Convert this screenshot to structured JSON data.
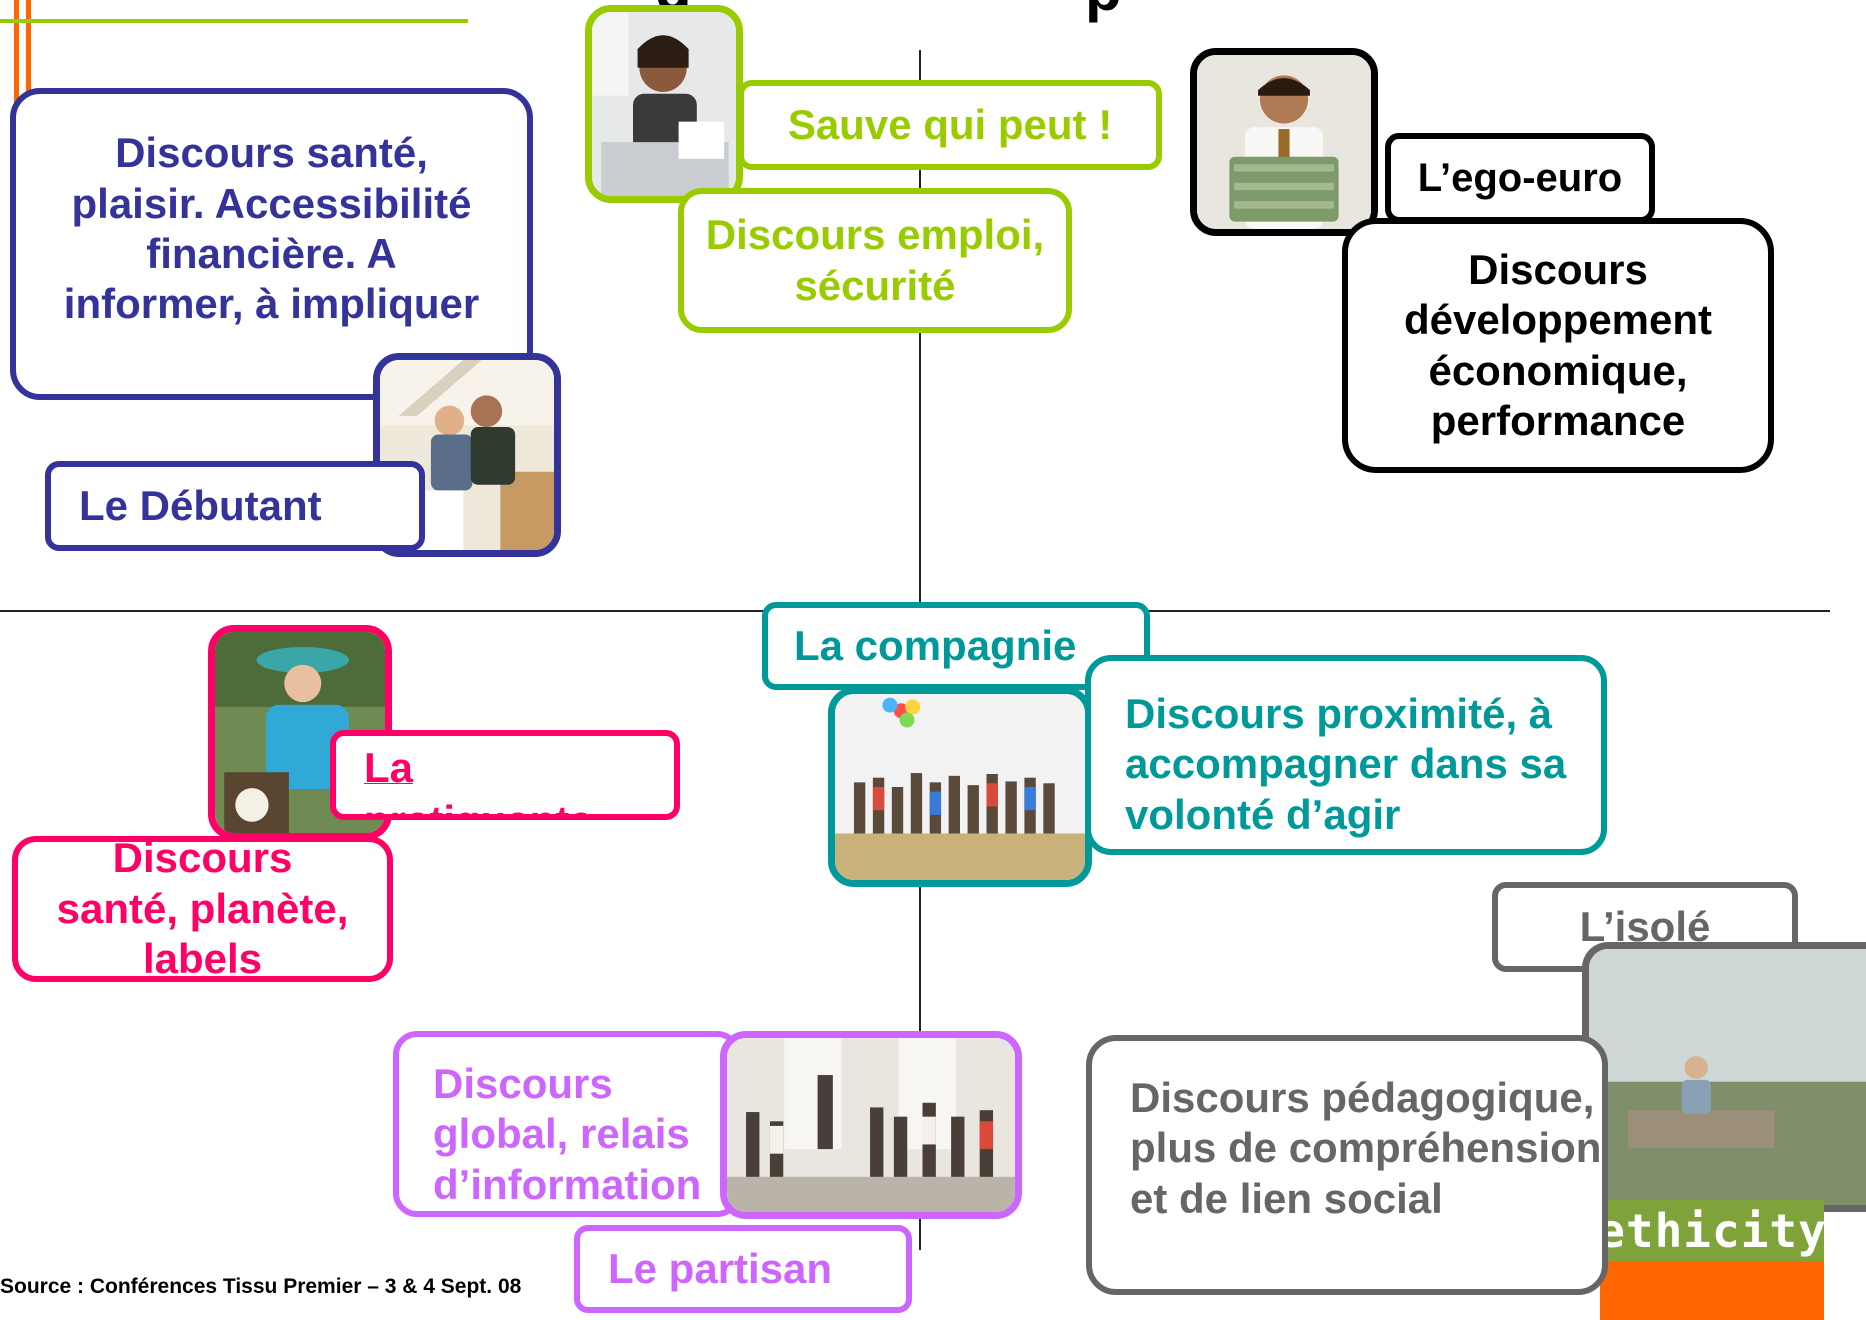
{
  "colors": {
    "blue": "#333399",
    "lime": "#99CC00",
    "black": "#000000",
    "pink": "#FF0066",
    "teal": "#009999",
    "purple": "#CC66FF",
    "gray": "#666666",
    "orange": "#FF6600",
    "corner_lime": "#99CC00"
  },
  "segments": {
    "debutant": {
      "discourse": "Discours santé, plaisir. Accessibilité financière. A informer, à impliquer",
      "label": "Le Débutant"
    },
    "sauve": {
      "label": "Sauve qui peut !",
      "discourse": "Discours emploi, sécurité"
    },
    "egoeuro": {
      "label": "L’ego-euro",
      "discourse": "Discours développement économique, performance"
    },
    "pratiquante": {
      "label": "La pratiquante",
      "discourse": "Discours santé, planète, labels"
    },
    "compagnie": {
      "label": "La compagnie",
      "discourse": "Discours proximité, à accompagner dans sa volonté d’agir"
    },
    "isole": {
      "label": "L’isolé",
      "discourse": "Discours pédagogique, plus de compréhension et de lien social"
    },
    "partisan": {
      "label": "Le partisan",
      "discourse": "Discours global, relais d’information"
    }
  },
  "logo": {
    "text": "ethicity",
    "icon": "ethicity-logo"
  },
  "source": "Source : Conférences Tissu Premier – 3 & 4 Sept. 08"
}
